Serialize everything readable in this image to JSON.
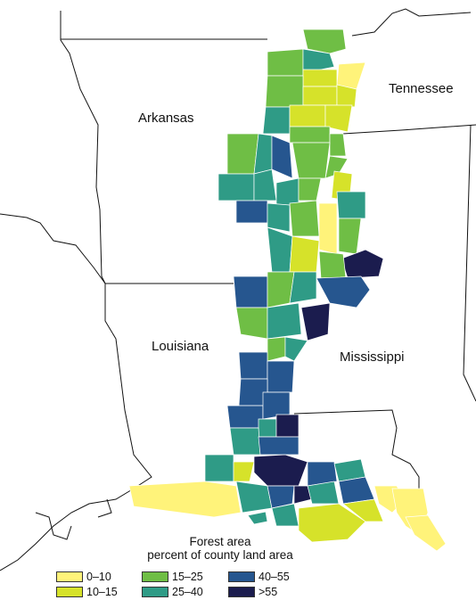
{
  "states": {
    "arkansas": "Arkansas",
    "tennessee": "Tennessee",
    "louisiana": "Louisiana",
    "mississippi": "Mississippi"
  },
  "legend": {
    "title_line1": "Forest area",
    "title_line2": "percent of county land area",
    "classes": [
      {
        "label": "0–10",
        "color": "#fff37a"
      },
      {
        "label": "10–15",
        "color": "#d6e22a"
      },
      {
        "label": "15–25",
        "color": "#6fbe45"
      },
      {
        "label": "25–40",
        "color": "#2f9b86"
      },
      {
        "label": "40–55",
        "color": "#26568f"
      },
      {
        "label": ">55",
        "color": "#1b1c4e"
      }
    ]
  }
}
